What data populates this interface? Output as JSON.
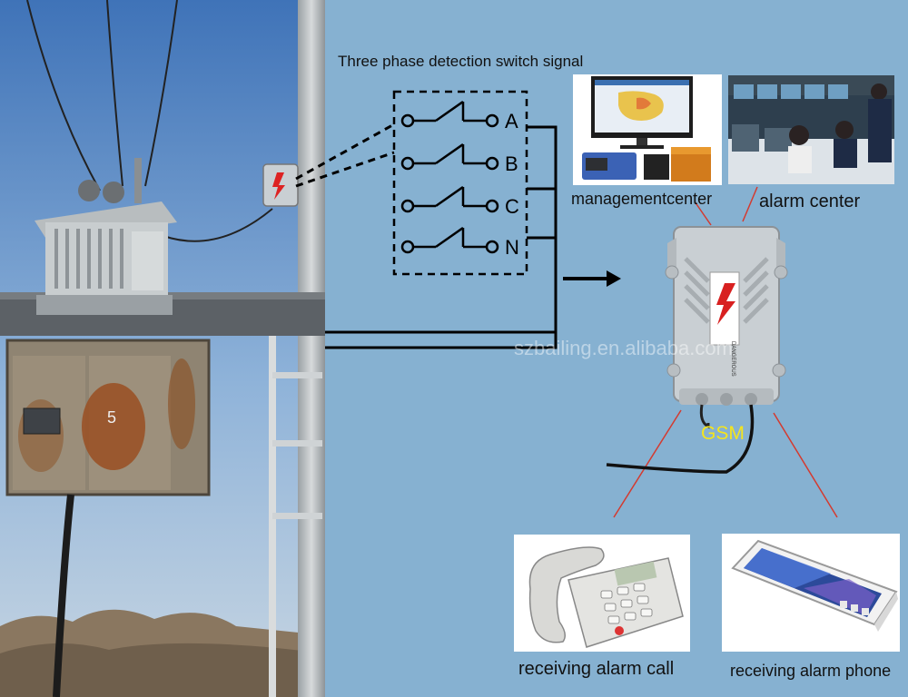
{
  "diagram": {
    "title": "Three phase detection switch signal",
    "phases": [
      "A",
      "B",
      "C",
      "N"
    ],
    "gsm_label": "GSM",
    "device_sign": "DANGEROUS",
    "watermark": "szbailing.en.alibaba.com",
    "nodes": {
      "management_center": "managementcenter",
      "alarm_center": "alarm center",
      "alarm_call": "receiving alarm call",
      "alarm_phone": "receiving alarm phone"
    },
    "transformer_number": "5"
  },
  "colors": {
    "background": "#86b1d1",
    "gsm_text": "#f5e51c",
    "link_lines": "#d43a2f",
    "device_body": "#c9cfd3"
  }
}
